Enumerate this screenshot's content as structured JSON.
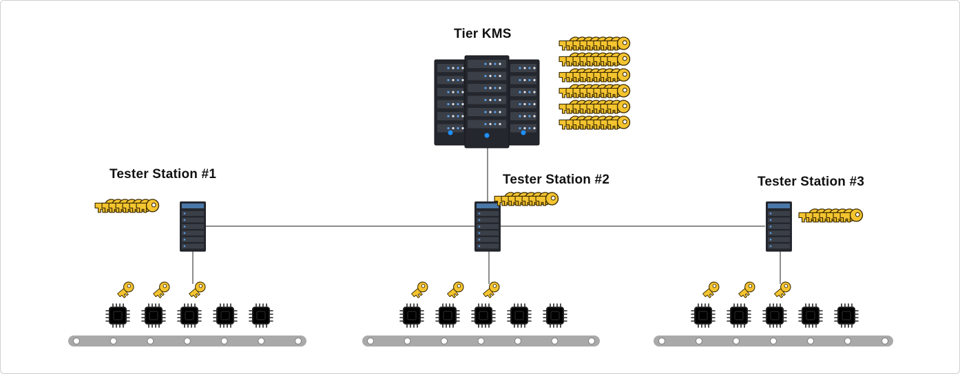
{
  "kms": {
    "title": "Tier KMS"
  },
  "stations": [
    {
      "title": "Tester  Station #1"
    },
    {
      "title": "Tester  Station #2"
    },
    {
      "title": "Tester  Station #3"
    }
  ],
  "chips_per_line": 5,
  "provisioned_chips_per_line": 3,
  "colors": {
    "key_fill": "#F4C430",
    "key_stroke": "#3A2A00",
    "chip_provisioned": "#E8501E",
    "chip_blank": "#FFFFFF",
    "server_dark": "#24272D",
    "led_blue": "#1E90FF",
    "conveyor": "#A9A9A9",
    "link_line": "#8C8C8C"
  }
}
